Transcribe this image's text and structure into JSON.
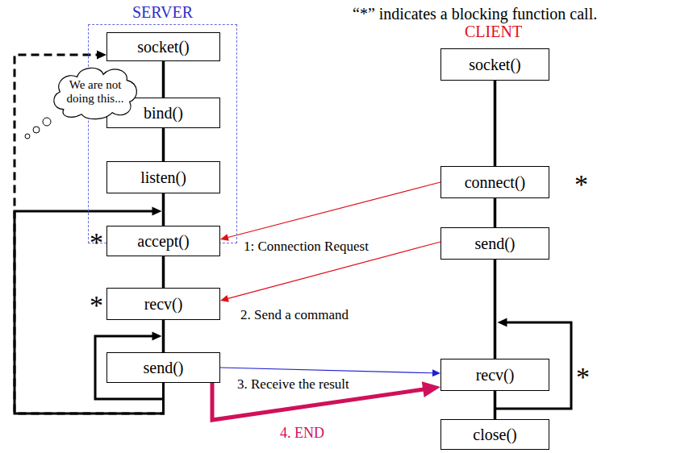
{
  "diagram": {
    "nodes": [
      {
        "text": [
          "SERVER"
        ]
      },
      {
        "text": [
          "socket()"
        ],
        "in": 0
      },
      {
        "text": [
          "bind()"
        ],
        "in": 0
      },
      {
        "text": [
          "listen()"
        ],
        "in": 0
      },
      {
        "text": [
          "accept()"
        ],
        "in": 0
      },
      {
        "text": [
          "recv()"
        ]
      },
      {
        "text": [
          "send()"
        ]
      },
      {
        "text": [
          "socket()"
        ]
      },
      {
        "text": [
          "connect()"
        ]
      },
      {
        "text": [
          "send()"
        ]
      },
      {
        "text": [
          "recv()"
        ]
      },
      {
        "text": [
          "close()"
        ]
      },
      {
        "text": [
          "We are not doing this..."
        ]
      }
    ],
    "edges": [
      {
        "from": 1,
        "to": 2,
        "arrow": "none"
      },
      {
        "from": 2,
        "to": 3,
        "arrow": "none"
      },
      {
        "from": 3,
        "to": 4,
        "arrow": "none"
      },
      {
        "from": 4,
        "to": 5,
        "arrow": "none"
      },
      {
        "from": 5,
        "to": 6,
        "arrow": "none"
      },
      {
        "from": 7,
        "to": 8,
        "arrow": "none"
      },
      {
        "from": 8,
        "to": 9,
        "arrow": "none"
      },
      {
        "from": 9,
        "to": 10,
        "arrow": "none"
      },
      {
        "from": 10,
        "to": 11,
        "arrow": "none"
      },
      {
        "from": 8,
        "to": 4,
        "label": "1: Connection Request",
        "arrow": "to"
      },
      {
        "from": 9,
        "to": 5,
        "label": "2. Send a command",
        "arrow": "to"
      },
      {
        "from": 6,
        "to": 10,
        "label": "3. Receive the result",
        "arrow": "to"
      },
      {
        "from": 6,
        "to": 6,
        "arrow": "to"
      },
      {
        "from": 10,
        "to": 10,
        "arrow": "to"
      },
      {
        "from": 6,
        "to": 4,
        "arrow": "to"
      },
      {
        "from": 6,
        "to": 1,
        "arrow": "to"
      },
      {
        "from": 6,
        "to": 10,
        "label": "4. END",
        "arrow": "to"
      }
    ],
    "labels": [
      "“*” indicates a blocking function call.",
      "CLIENT",
      "*",
      "*",
      "*",
      "*"
    ]
  }
}
